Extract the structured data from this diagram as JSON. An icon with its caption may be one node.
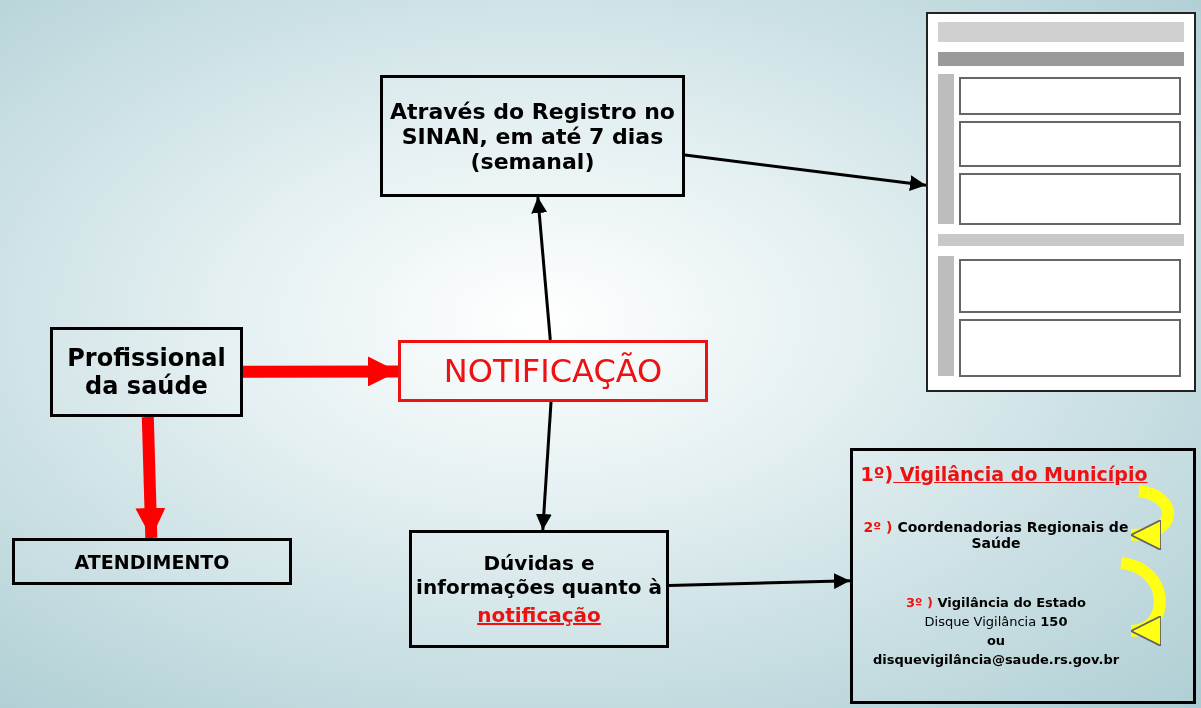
{
  "diagram": {
    "nodes": [
      {
        "text": [
          "Através do Registro no SINAN, em até 7 dias (semanal)"
        ]
      },
      {
        "text": [],
        "shape": "picture"
      },
      {
        "text": [
          "Profissional da saúde"
        ]
      },
      {
        "text": [
          "NOTIFICAÇÃO"
        ]
      },
      {
        "text": [
          "ATENDIMENTO"
        ]
      },
      {
        "text": [
          "Dúvidas e informações quanto à",
          "notificação"
        ]
      },
      {
        "text": [],
        "shape": "box"
      },
      {
        "text": [
          "1º) Vigilância do Município"
        ],
        "in": 6
      },
      {
        "text": [
          "2º ) Coordenadorias Regionais de Saúde"
        ],
        "in": 6
      },
      {
        "text": [
          "3º ) Vigilância do Estado",
          "Disque Vigilância **150**",
          "ou",
          "disquevigilância@saude.rs.gov.br"
        ],
        "in": 6
      }
    ],
    "edges": [
      {
        "from": 2,
        "to": 3,
        "arrow": "to",
        "style": "thick",
        "color": "#ff0000"
      },
      {
        "from": 2,
        "to": 4,
        "arrow": "to",
        "style": "thick",
        "color": "#ff0000"
      },
      {
        "from": 3,
        "to": 0,
        "arrow": "to"
      },
      {
        "from": 0,
        "to": 1,
        "arrow": "to"
      },
      {
        "from": 3,
        "to": 5,
        "arrow": "to"
      },
      {
        "from": 5,
        "to": 6,
        "arrow": "to"
      },
      {
        "from": 7,
        "to": 8,
        "arrow": "to",
        "style": "thick",
        "color": "#ffff00"
      },
      {
        "from": 8,
        "to": 9,
        "arrow": "to",
        "style": "thick",
        "color": "#ffff00"
      }
    ]
  }
}
